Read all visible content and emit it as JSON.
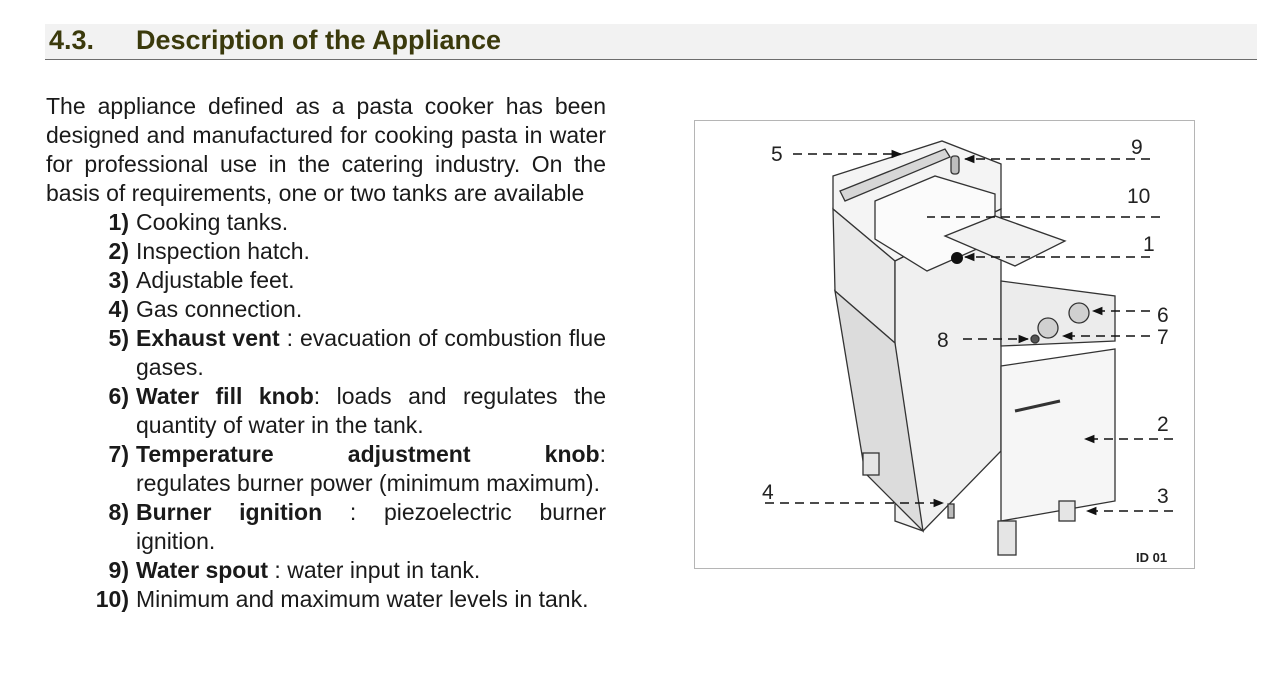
{
  "section": {
    "number": "4.3.",
    "title": "Description of the Appliance"
  },
  "intro": "The appliance defined as a pasta cooker has been designed and manufactured for cooking pasta in water for professional use in the catering industry. On the basis of requirements, one or two tanks are available",
  "items": [
    {
      "num": "1)",
      "term": "",
      "sep": "",
      "desc": "Cooking tanks."
    },
    {
      "num": "2)",
      "term": "",
      "sep": "",
      "desc": "Inspection hatch."
    },
    {
      "num": "3)",
      "term": "",
      "sep": "",
      "desc": "Adjustable feet."
    },
    {
      "num": "4)",
      "term": "",
      "sep": "",
      "desc": "Gas connection."
    },
    {
      "num": "5)",
      "term": "Exhaust vent",
      "sep": " : ",
      "desc": "evacuation of combustion flue gases."
    },
    {
      "num": "6)",
      "term": "Water fill knob",
      "sep": ": ",
      "desc": "loads and regulates the quantity of water in the tank."
    },
    {
      "num": "7)",
      "term": "Temperature adjustment knob",
      "sep": ": ",
      "desc": "regulates burner power (minimum maximum)."
    },
    {
      "num": "8)",
      "term": "Burner ignition",
      "sep": " : ",
      "desc": "piezoelectric burner ignition."
    },
    {
      "num": "9)",
      "term": "Water spout",
      "sep": " : ",
      "desc": "water input in tank."
    },
    {
      "num": "10)",
      "term": "",
      "sep": "",
      "desc": "Minimum and maximum water levels in tank."
    }
  ],
  "figure": {
    "id": "ID 01",
    "callouts": {
      "c1": "1",
      "c2": "2",
      "c3": "3",
      "c4": "4",
      "c5": "5",
      "c6": "6",
      "c7": "7",
      "c8": "8",
      "c9": "9",
      "c10": "10"
    }
  }
}
